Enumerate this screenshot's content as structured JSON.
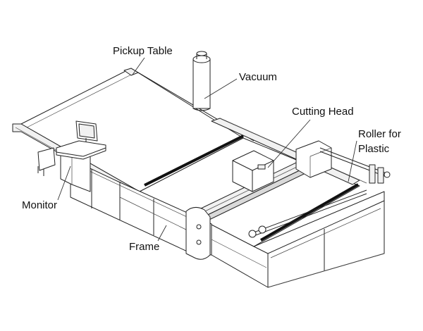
{
  "labels": {
    "pickup_table": "Pickup Table",
    "vacuum": "Vacuum",
    "cutting_head": "Cutting Head",
    "roller_line1": "Roller for",
    "roller_line2": "Plastic",
    "monitor": "Monitor",
    "frame": "Frame"
  }
}
